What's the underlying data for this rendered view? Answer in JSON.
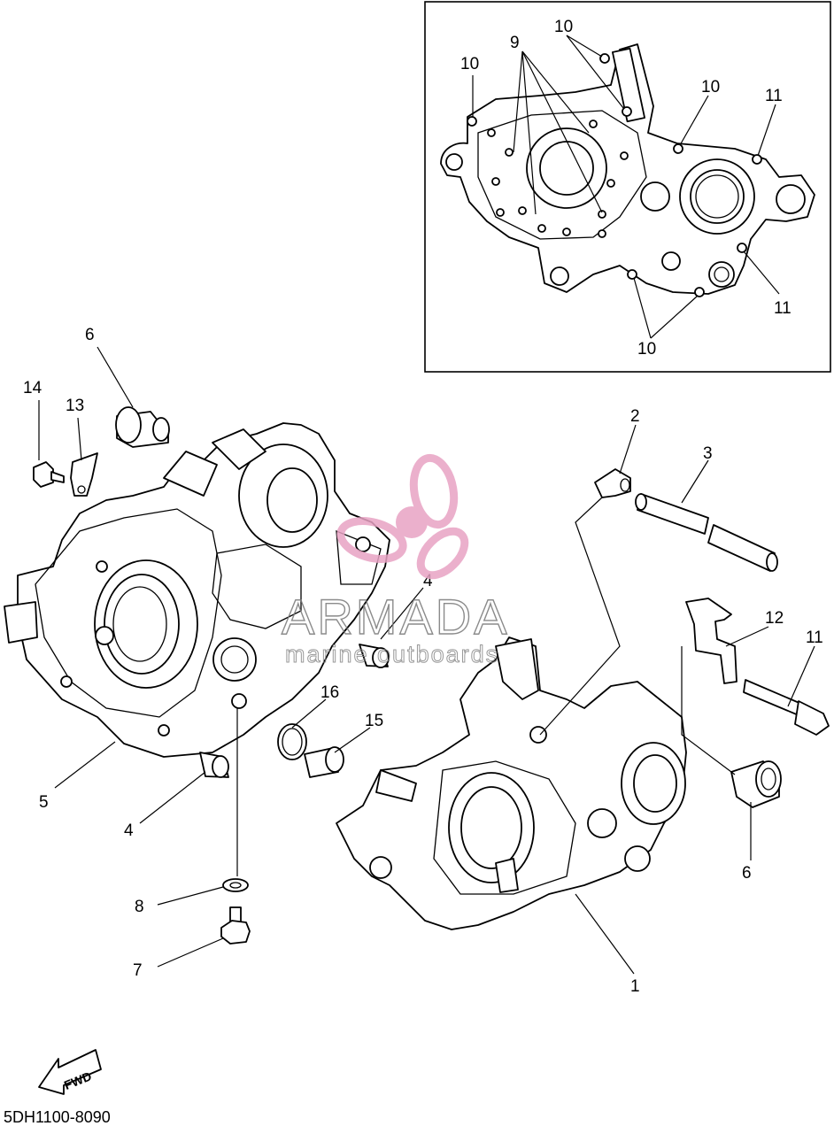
{
  "callouts": {
    "inset_9": "9",
    "inset_10a": "10",
    "inset_10b": "10",
    "inset_10c": "10",
    "inset_10d": "10",
    "inset_11a": "11",
    "inset_11b": "11",
    "p6_left": "6",
    "p14": "14",
    "p13": "13",
    "p4_top": "4",
    "p16": "16",
    "p15": "15",
    "p5": "5",
    "p4_bottom": "4",
    "p8": "8",
    "p7": "7",
    "p2": "2",
    "p3": "3",
    "p12": "12",
    "p11": "11",
    "p6_right": "6",
    "p1": "1"
  },
  "watermark": {
    "brand": "ARMADA",
    "tagline": "marine outboards",
    "color": "#e8a3c4"
  },
  "fwd_label": "FWD",
  "diagram_code": "5DH1100-8090"
}
